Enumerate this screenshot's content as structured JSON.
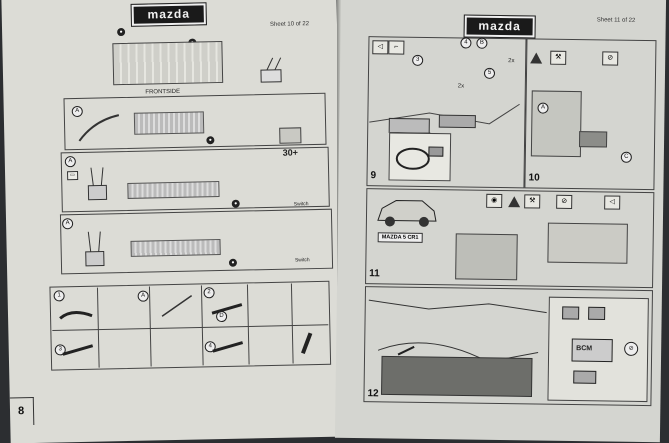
{
  "left_page": {
    "brand": "mazda",
    "sheet": "Sheet 10 of 22",
    "page_number": "8",
    "frontside_label": "FRONTSIDE",
    "fuse_30": "30+",
    "switch_label": "Switch",
    "step_numbers": [
      "1",
      "2",
      "3",
      "4"
    ],
    "callout_a": "A",
    "callout_d": "D"
  },
  "right_page": {
    "brand": "mazda",
    "sheet": "Sheet 11 of 22",
    "step_9": "9",
    "step_10": "10",
    "step_11": "11",
    "step_12": "12",
    "car_model": "MAZDA 5 CR1",
    "bcm_label": "BCM",
    "sub_3": "3",
    "sub_4": "4",
    "sub_5": "5",
    "sub_a": "A",
    "sub_b": "B",
    "sub_c": "C",
    "twox": "2x"
  }
}
